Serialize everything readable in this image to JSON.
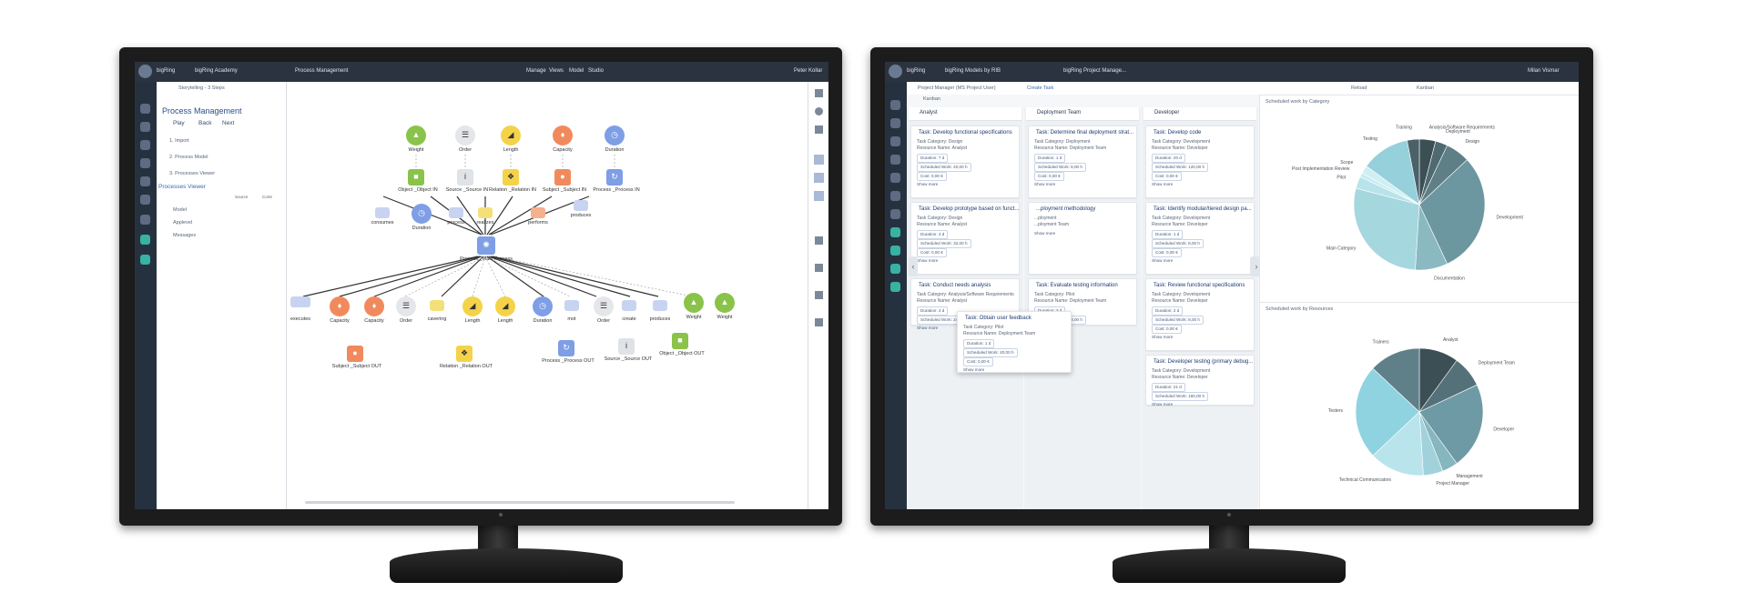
{
  "left": {
    "topbar": {
      "brand": "bigRing",
      "academy": "bigRing Academy",
      "app": "Process Management",
      "menu": [
        "Manage",
        "Views",
        "Model",
        "Studio"
      ],
      "user": "Peter Kollar"
    },
    "side": {
      "story": "Storytelling - 3 Steps",
      "title": "Process Management",
      "controls": [
        "Play",
        "Back",
        "Next"
      ],
      "steps": [
        "1. Import",
        "2. Process Model",
        "3. Processes Viewer"
      ],
      "viewer": "Processes Viewer",
      "viewer_sub": [
        "Source",
        "Corte"
      ],
      "tree": [
        "Model",
        "Applevel",
        "Messages"
      ]
    },
    "graph": {
      "top_labels": [
        "Weight",
        "Order",
        "Length",
        "Capacity",
        "Duration"
      ],
      "row2_labels": [
        "Object _Object IN",
        "Source _Source IN",
        "Relation _Relation IN",
        "Subject _Subject IN",
        "Process _Process IN"
      ],
      "row3_labels": [
        "consumes",
        "Duration",
        "process",
        "realizes",
        "performs",
        "produces"
      ],
      "main": "Process _Main Process",
      "bottom_labels": [
        "executes",
        "Capacity",
        "Capacity",
        "Order",
        "cavering",
        "Length",
        "Length",
        "Duration",
        "mot",
        "Order",
        "create",
        "produces",
        "Weight",
        "Weight"
      ],
      "out_labels": [
        "Subject _Subject OUT",
        "Relation _Relation OUT",
        "Process _Process OUT",
        "Source _Source OUT",
        "Object _Object OUT"
      ]
    }
  },
  "right": {
    "topbar": {
      "brand": "bigRing",
      "models": "bigRing Models by RIB",
      "project": "bigRing Project Manage...",
      "user": "Milan Vismar"
    },
    "toolbar": {
      "role": "Project Manager (MS Project User)",
      "create": "Create Task",
      "reload": "Reload",
      "view": "Kanban"
    },
    "kanban": {
      "title": "Kanban",
      "columns": [
        {
          "name": "Analyst",
          "cards": [
            {
              "title": "Task: Develop functional specifications",
              "category": "Task Category: Design",
              "resource": "Resource Name: Analyst",
              "duration": "Duration: 7 d",
              "work": "Scheduled Work: 40,00 h",
              "cost": "Cost: 0,00 €"
            },
            {
              "title": "Task: Develop prototype based on funct...",
              "category": "Task Category: Design",
              "resource": "Resource Name: Analyst",
              "duration": "Duration: 4 d",
              "work": "Scheduled Work: 32,00 h",
              "cost": "Cost: 0,00 €"
            },
            {
              "title": "Task: Conduct needs analysis",
              "category": "Task Category: Analysis/Software Requirements",
              "resource": "Resource Name: Analyst",
              "duration": "Duration: 4 d",
              "work": "Scheduled Work: 24,00 h",
              "cost": ""
            }
          ]
        },
        {
          "name": "Deployment Team",
          "cards": [
            {
              "title": "Task: Determine final deployment strat...",
              "category": "Task Category: Deployment",
              "resource": "Resource Name: Deployment Team",
              "duration": "Duration: 1 d",
              "work": "Scheduled Work: 8,00 h",
              "cost": "Cost: 0,00 €"
            },
            {
              "title": "...ployment methodology",
              "category": "...ployment",
              "resource": "...ployment Team",
              "duration": "",
              "work": "",
              "cost": ""
            },
            {
              "title": "Task: Evaluate testing information",
              "category": "Task Category: Pilot",
              "resource": "Resource Name: Deployment Team",
              "duration": "Duration: 3 d",
              "work": "Scheduled Work: 8,00 h",
              "cost": ""
            }
          ]
        },
        {
          "name": "Developer",
          "cards": [
            {
              "title": "Task: Develop code",
              "category": "Task Category: Development",
              "resource": "Resource Name: Developer",
              "duration": "Duration: 20 d",
              "work": "Scheduled Work: 120,00 h",
              "cost": "Cost: 0,00 €"
            },
            {
              "title": "Task: Identify modular/tiered design pa...",
              "category": "Task Category: Development",
              "resource": "Resource Name: Developer",
              "duration": "Duration: 1 d",
              "work": "Scheduled Work: 8,00 h",
              "cost": "Cost: 0,00 €"
            },
            {
              "title": "Task: Review functional specifications",
              "category": "Task Category: Development",
              "resource": "Resource Name: Developer",
              "duration": "Duration: 2 d",
              "work": "Scheduled Work: 8,00 h",
              "cost": "Cost: 0,00 €"
            },
            {
              "title": "Task: Developer testing (primary debug...",
              "category": "Task Category: Development",
              "resource": "Resource Name: Developer",
              "duration": "Duration: 21 d",
              "work": "Scheduled Work: 160,00 h",
              "cost": ""
            }
          ]
        }
      ],
      "drag": {
        "title": "Task: Obtain user feedback",
        "category": "Task Category: Pilot",
        "resource": "Resource Name: Deployment Team",
        "duration": "Duration: 1 d",
        "work": "Scheduled Work: 40,00 h",
        "cost": "Cost: 0,00 €"
      },
      "show_more": "Show more"
    },
    "charts": [
      {
        "title": "Scheduled work by Category",
        "labels": [
          "Training",
          "Analysis/Software Requirements",
          "Deployment",
          "Design",
          "Development",
          "Documentation",
          "Testing",
          "Post Implementation Review",
          "Scope",
          "Pilot",
          "Main Category"
        ]
      },
      {
        "title": "Scheduled work by Resources",
        "labels": [
          "Analyst",
          "Deployment Team",
          "Developer",
          "Management",
          "Project Manager",
          "Technical Communicators",
          "Testers",
          "Trainers"
        ]
      }
    ]
  },
  "chart_data": [
    {
      "type": "pie",
      "title": "Scheduled work by Category",
      "categories": [
        "Analysis/Software Requirements",
        "Deployment",
        "Design",
        "Development",
        "Documentation",
        "Main Category",
        "Pilot",
        "Post Implementation Review",
        "Scope",
        "Testing",
        "Training"
      ],
      "values": [
        4,
        3,
        6,
        30,
        8,
        28,
        3,
        1,
        2,
        12,
        3
      ],
      "colors": [
        "#3c4f55",
        "#4f6a71",
        "#5f7f86",
        "#6d97a0",
        "#8ab9c2",
        "#a5d7df",
        "#b9e3ea",
        "#c6edf1",
        "#cfeff3",
        "#96d0db",
        "#4a6168"
      ]
    },
    {
      "type": "pie",
      "title": "Scheduled work by Resources",
      "categories": [
        "Analyst",
        "Deployment Team",
        "Developer",
        "Management",
        "Project Manager",
        "Technical Communicators",
        "Testers",
        "Trainers"
      ],
      "values": [
        10,
        8,
        22,
        4,
        5,
        14,
        24,
        13
      ],
      "colors": [
        "#3c4f55",
        "#54717a",
        "#6e9aa5",
        "#86b6c0",
        "#a1d2dc",
        "#b9e4ec",
        "#8fd3e0",
        "#5f8089"
      ]
    }
  ]
}
